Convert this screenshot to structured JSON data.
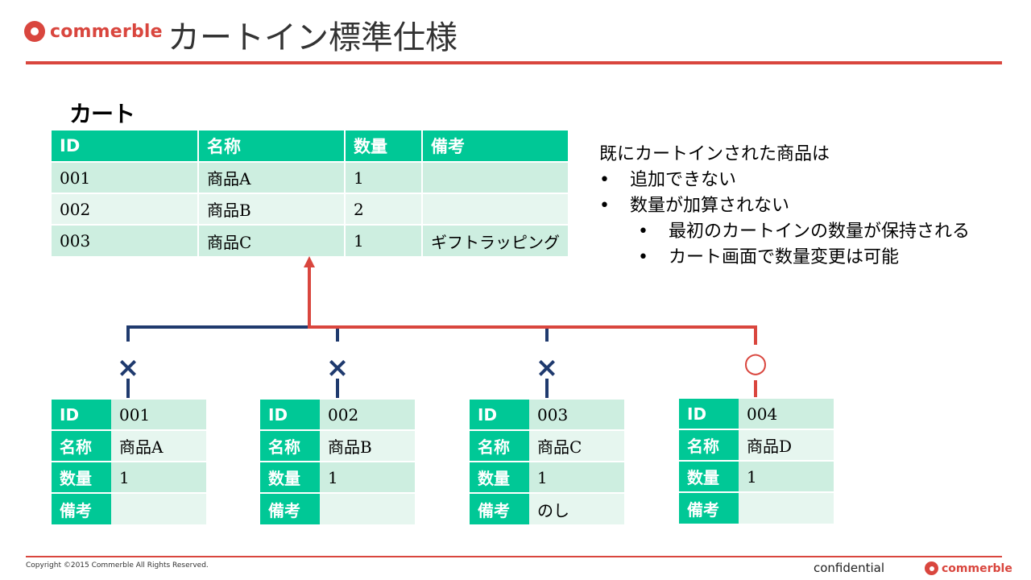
{
  "brand": {
    "name": "commerble",
    "color": "#d9463e",
    "icon": "commerble-logo-icon"
  },
  "title": "カートイン標準仕様",
  "cart": {
    "label": "カート",
    "columns": [
      "ID",
      "名称",
      "数量",
      "備考"
    ],
    "rows": [
      [
        "001",
        "商品A",
        "1",
        ""
      ],
      [
        "002",
        "商品B",
        "2",
        ""
      ],
      [
        "003",
        "商品C",
        "1",
        "ギフトラッピング"
      ]
    ]
  },
  "notes": {
    "heading": "既にカートインされた商品は",
    "bullets": [
      {
        "text": "追加できない",
        "sub": []
      },
      {
        "text": "数量が加算されない",
        "sub": [
          "最初のカートインの数量が保持される",
          "カート画面で数量変更は可能"
        ]
      }
    ],
    "bullet_char": "•"
  },
  "products": [
    {
      "marker": "×",
      "marker_meaning": "reject",
      "fields": [
        [
          "ID",
          "001"
        ],
        [
          "名称",
          "商品A"
        ],
        [
          "数量",
          "1"
        ],
        [
          "備考",
          ""
        ]
      ]
    },
    {
      "marker": "×",
      "marker_meaning": "reject",
      "fields": [
        [
          "ID",
          "002"
        ],
        [
          "名称",
          "商品B"
        ],
        [
          "数量",
          "1"
        ],
        [
          "備考",
          ""
        ]
      ]
    },
    {
      "marker": "×",
      "marker_meaning": "reject",
      "fields": [
        [
          "ID",
          "003"
        ],
        [
          "名称",
          "商品C"
        ],
        [
          "数量",
          "1"
        ],
        [
          "備考",
          "のし"
        ]
      ]
    },
    {
      "marker": "○",
      "marker_meaning": "accept",
      "fields": [
        [
          "ID",
          "004"
        ],
        [
          "名称",
          "商品D"
        ],
        [
          "数量",
          "1"
        ],
        [
          "備考",
          ""
        ]
      ]
    }
  ],
  "colors": {
    "accent": "#d9463e",
    "table_header": "#00c896",
    "row_a": "#cdeee0",
    "row_b": "#e6f6ef",
    "reject_line": "#1f3a6e"
  },
  "footer": {
    "copyright": "Copyright ©2015 Commerble All Rights Reserved.",
    "confidential": "confidential"
  }
}
